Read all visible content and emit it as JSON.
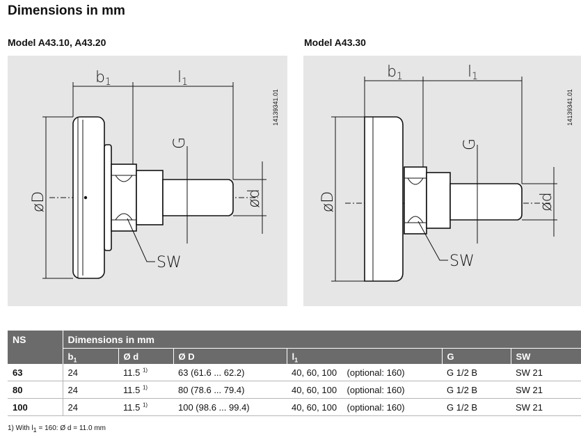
{
  "title": "Dimensions in mm",
  "models": [
    {
      "label": "Model A43.10, A43.20",
      "drawing_code": "14139341.01"
    },
    {
      "label": "Model A43.30",
      "drawing_code": "14139341.01"
    }
  ],
  "drawing_labels": {
    "b": "b",
    "b_sub": "1",
    "l": "l",
    "l_sub": "1",
    "g": "G",
    "d": "ød",
    "D": "øD",
    "sw": "SW"
  },
  "table": {
    "ns_header": "NS",
    "group_header": "Dimensions in mm",
    "columns": {
      "b": "b",
      "b_sub": "1",
      "d": "Ø d",
      "D": "Ø D",
      "l": "l",
      "l_sub": "1",
      "g": "G",
      "sw": "SW"
    },
    "rows": [
      {
        "ns": "63",
        "b1": "24",
        "d": "11.5",
        "d_note": "1)",
        "D": "63 (61.6 ... 62.2)",
        "l1": "40, 60, 100",
        "l1_opt": "(optional: 160)",
        "g": "G 1/2 B",
        "sw": "SW 21"
      },
      {
        "ns": "80",
        "b1": "24",
        "d": "11.5",
        "d_note": "1)",
        "D": "80 (78.6 ... 79.4)",
        "l1": "40, 60, 100",
        "l1_opt": "(optional: 160)",
        "g": "G 1/2 B",
        "sw": "SW 21"
      },
      {
        "ns": "100",
        "b1": "24",
        "d": "11.5",
        "d_note": "1)",
        "D": "100 (98.6 ... 99.4)",
        "l1": "40, 60, 100",
        "l1_opt": "(optional: 160)",
        "g": "G 1/2 B",
        "sw": "SW 21"
      }
    ]
  },
  "footnote": {
    "prefix": "1) With l",
    "sub": "1",
    "rest": " = 160: Ø d = 11.0 mm"
  }
}
